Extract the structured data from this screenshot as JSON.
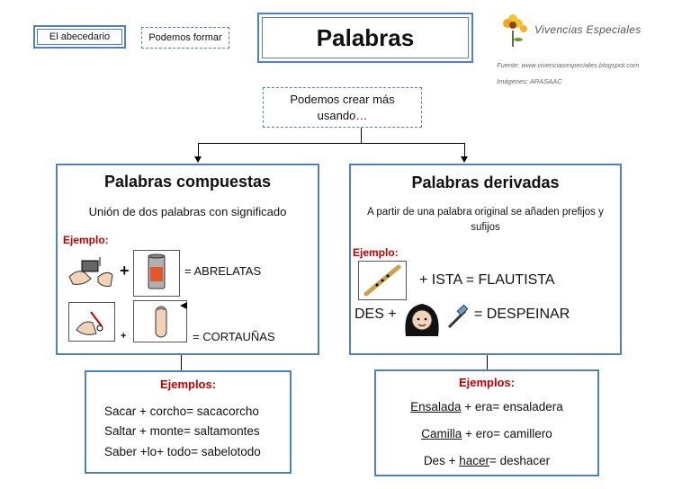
{
  "header": {
    "tab1": "El abecedario",
    "tab2": "Podemos formar",
    "title": "Palabras",
    "logo_text": "Vivencias Especiales",
    "credit_source": "Fuente: www.vivenciasespeciales.blogspot.com",
    "credit_images": "Imágenes: ARASAAC",
    "subtitle": "Podemos crear más usando…"
  },
  "compuestas": {
    "title": "Palabras compuestas",
    "desc": "Unión de dos palabras con significado",
    "example_label": "Ejemplo:",
    "eq1_plus": "+",
    "eq1_result": "= ABRELATAS",
    "eq2_plus": "+",
    "eq2_result": "= CORTAUÑAS",
    "ejemplos_title": "Ejemplos:",
    "ejemplos": [
      "Sacar + corcho= sacacorcho",
      "Saltar + monte= saltamontes",
      "Saber +lo+ todo= sabelotodo"
    ]
  },
  "derivadas": {
    "title": "Palabras derivadas",
    "desc": "A partir de una palabra original se añaden prefijos y sufijos",
    "example_label": "Ejemplo:",
    "eq1_text": "+ ISTA = FLAUTISTA",
    "eq2_prefix": "DES +",
    "eq2_result": "= DESPEINAR",
    "ejemplos_title": "Ejemplos:",
    "ejemplos": [
      {
        "base": "Ensalada",
        "rest": " + era= ensaladera",
        "pre": ""
      },
      {
        "base": "Camilla",
        "rest": " + ero= camillero",
        "pre": ""
      },
      {
        "base": "hacer",
        "rest": "= deshacer",
        "pre": "Des + "
      }
    ]
  },
  "colors": {
    "border": "#4f81bd",
    "label": "#c00000"
  }
}
